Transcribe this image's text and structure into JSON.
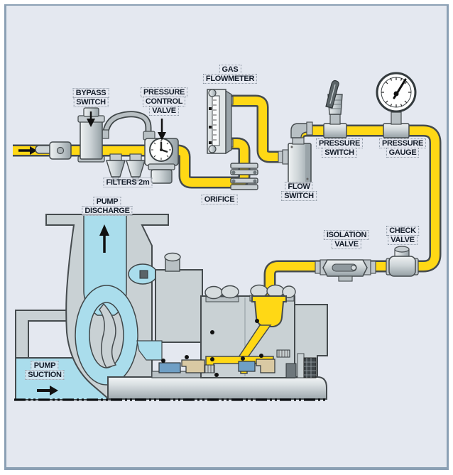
{
  "figure": {
    "type": "pump-seal-gas-piping-diagram",
    "labels": {
      "bypass_switch": {
        "lines": [
          "BYPASS",
          "SWITCH"
        ]
      },
      "pressure_control_valve": {
        "lines": [
          "PRESSURE",
          "CONTROL",
          "VALVE"
        ]
      },
      "gas_flowmeter": {
        "lines": [
          "GAS",
          "FLOWMETER"
        ]
      },
      "filters": {
        "lines": [
          "FILTERS 2m"
        ]
      },
      "orifice": {
        "lines": [
          "ORIFICE"
        ]
      },
      "flow_switch": {
        "lines": [
          "FLOW",
          "SWITCH"
        ]
      },
      "pressure_switch": {
        "lines": [
          "PRESSURE",
          "SWITCH"
        ]
      },
      "pressure_gauge": {
        "lines": [
          "PRESSURE",
          "GAUGE"
        ]
      },
      "isolation_valve": {
        "lines": [
          "ISOLATION",
          "VALVE"
        ]
      },
      "check_valve": {
        "lines": [
          "CHECK",
          "VALVE"
        ]
      },
      "pump_discharge": {
        "lines": [
          "PUMP",
          "DISCHARGE"
        ]
      },
      "pump_suction": {
        "lines": [
          "PUMP",
          "SUCTION"
        ]
      }
    },
    "colors": {
      "gas_line": "#ffd815",
      "process_fluid": "#aaddec",
      "metal": "#c9d1d4",
      "background": "#e4e8f0",
      "frame_border": "#8ba0b4"
    }
  }
}
